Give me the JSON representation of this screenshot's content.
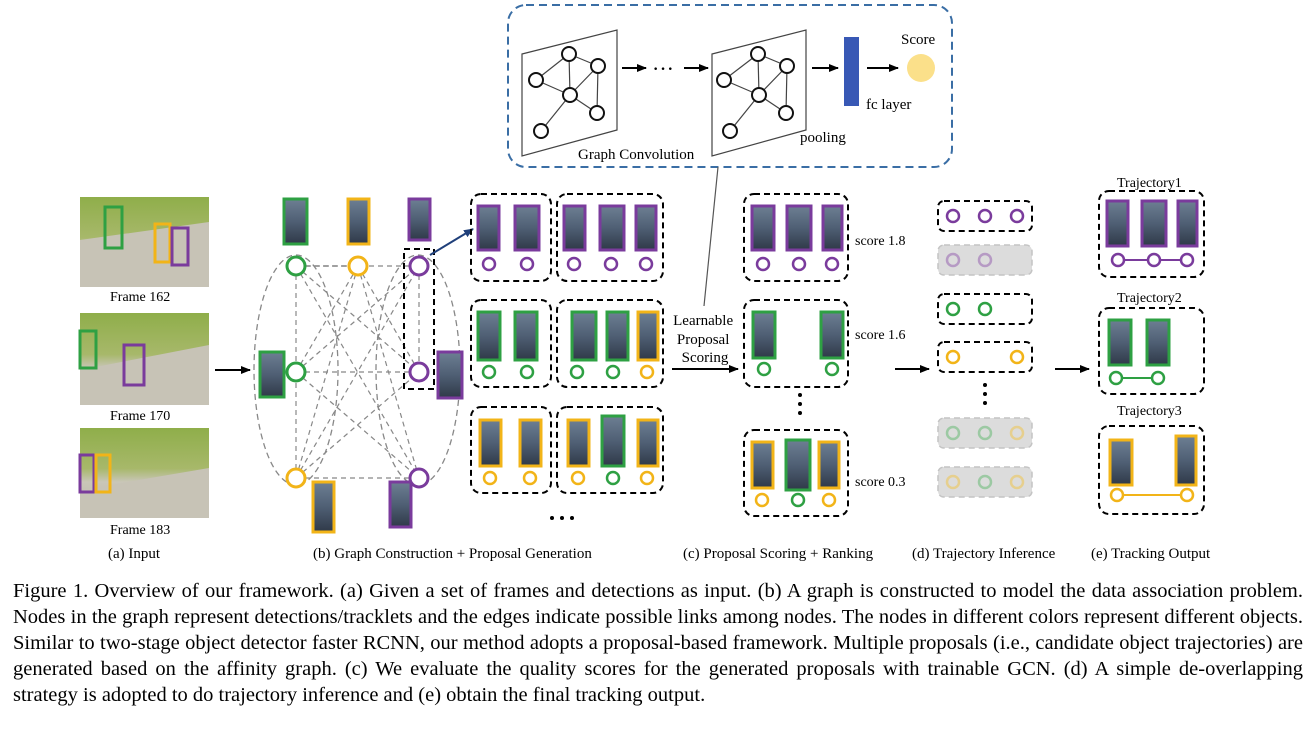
{
  "figure": {
    "frames": [
      {
        "label": "Frame 162"
      },
      {
        "label": "Frame 170"
      },
      {
        "label": "Frame 183"
      }
    ],
    "inset": {
      "graph_convolution_label": "Graph Convolution",
      "ellipsis": "···",
      "pooling_label": "pooling",
      "fc_layer_label": "fc layer",
      "score_label": "Score"
    },
    "learnable_label": [
      "Learnable",
      "Proposal",
      "Scoring"
    ],
    "scores": [
      "score 1.8",
      "score 1.6",
      "score 0.3"
    ],
    "trajectories": [
      "Trajectory1",
      "Trajectory2",
      "Trajectory3"
    ],
    "section_labels": [
      "(a) Input",
      "(b) Graph Construction + Proposal Generation",
      "(c) Proposal Scoring + Ranking",
      "(d) Trajectory Inference",
      "(e) Tracking Output"
    ],
    "colors": {
      "green": "#2ea043",
      "yellow": "#f2b418",
      "purple": "#7a3b9c",
      "inset_border": "#3a6ea5",
      "fc_bar": "#3858b5",
      "score_circle": "#fbe08a",
      "gray_box": "#dcdcdc"
    }
  },
  "caption": "Figure 1. Overview of our framework. (a) Given a set of frames and detections as input. (b) A graph is constructed to model the data association problem. Nodes in the graph represent detections/tracklets and the edges indicate possible links among nodes. The nodes in different colors represent different objects. Similar to two-stage object detector faster RCNN, our method adopts a proposal-based framework. Multiple proposals (i.e., candidate object trajectories) are generated based on the affinity graph. (c) We evaluate the quality scores for the generated proposals with trainable GCN. (d) A simple de-overlapping strategy is adopted to do trajectory inference and (e) obtain the final tracking output."
}
